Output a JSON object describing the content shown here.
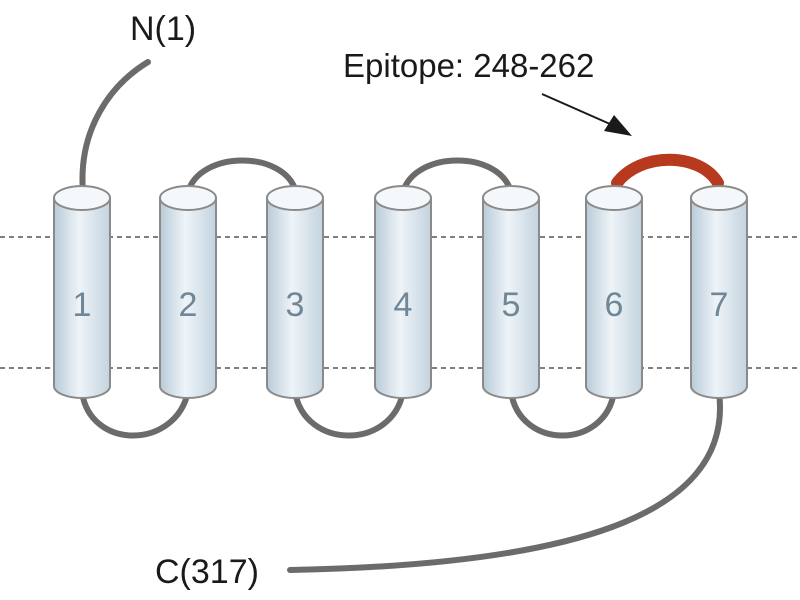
{
  "labels": {
    "n_terminus": "N(1)",
    "c_terminus": "C(317)",
    "epitope": "Epitope: 248-262"
  },
  "helices": [
    {
      "number": "1"
    },
    {
      "number": "2"
    },
    {
      "number": "3"
    },
    {
      "number": "4"
    },
    {
      "number": "5"
    },
    {
      "number": "6"
    },
    {
      "number": "7"
    }
  ],
  "colors": {
    "epitope": "#b83a1e",
    "loop": "#6b6b6b",
    "helix_fill": "#d7e3ec",
    "helix_number": "#6f8798"
  }
}
